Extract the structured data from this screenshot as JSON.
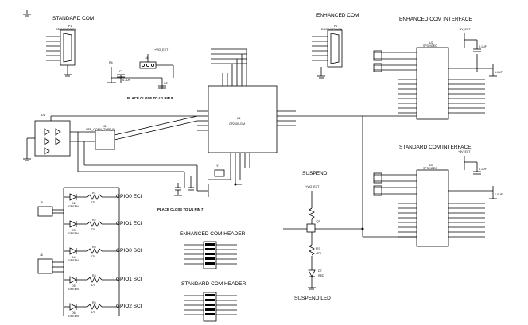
{
  "section_titles": {
    "standard_com": "STANDARD COM",
    "enhanced_com": "ENHANCED COM",
    "enhanced_com_interface": "ENHANCED COM INTERFACE",
    "standard_com_interface": "STANDARD COM INTERFACE",
    "suspend": "SUSPEND",
    "suspend_led": "SUSPEND LED",
    "enhanced_com_header": "ENHANCED COM HEADER",
    "standard_com_header": "STANDARD COM HEADER"
  },
  "notes": {
    "place_close_u1_pin8": "PLACE CLOSE TO U1 PIN 8",
    "place_close_u1_pin7": "PLACE CLOSE TO U1 PIN 7"
  },
  "gpio_labels": {
    "gpio0_eci": "GPIO0 ECI",
    "gpio1_eci": "GPIO1 ECI",
    "gpio0_sci": "GPIO0 SCI",
    "gpio1_sci": "GPIO1 SCI",
    "gpio2_sci": "GPIO2 SCI"
  },
  "refdes": {
    "p1": "P1",
    "p2": "P2",
    "u1": "U1",
    "u2": "U2",
    "u3": "U3",
    "j1": "J1",
    "r4": "R4",
    "r5": "R5",
    "r6": "R6",
    "c1": "C1",
    "c2": "C2",
    "y1": "Y1",
    "d1": "D1",
    "d2": "D2",
    "d3": "D3",
    "d4": "D4",
    "d5": "D5",
    "d6": "D6",
    "j4": "J4",
    "j5": "J5",
    "j6": "J6",
    "r1": "R1",
    "r2": "R2",
    "r3": "R3",
    "q1": "Q1",
    "r7": "R7",
    "d7": "D7"
  },
  "part_values": {
    "u1_part": "CP2105-GM",
    "u2_part": "SP3243EC",
    "u3_part": "SP3243EC",
    "j1_part": "USB_CONN_TYPE_B",
    "p_conn": "DB9M-08SB-RA",
    "r_470": "470",
    "led_green": "GREEN",
    "led_red": "RED",
    "cap_100nf": "0.1UF",
    "cap_1uf": "1.0UF",
    "cap_4_7uf": "4.7UF",
    "power_net": "+VIO_EXT",
    "vcc_net": "+3V_EXT"
  }
}
